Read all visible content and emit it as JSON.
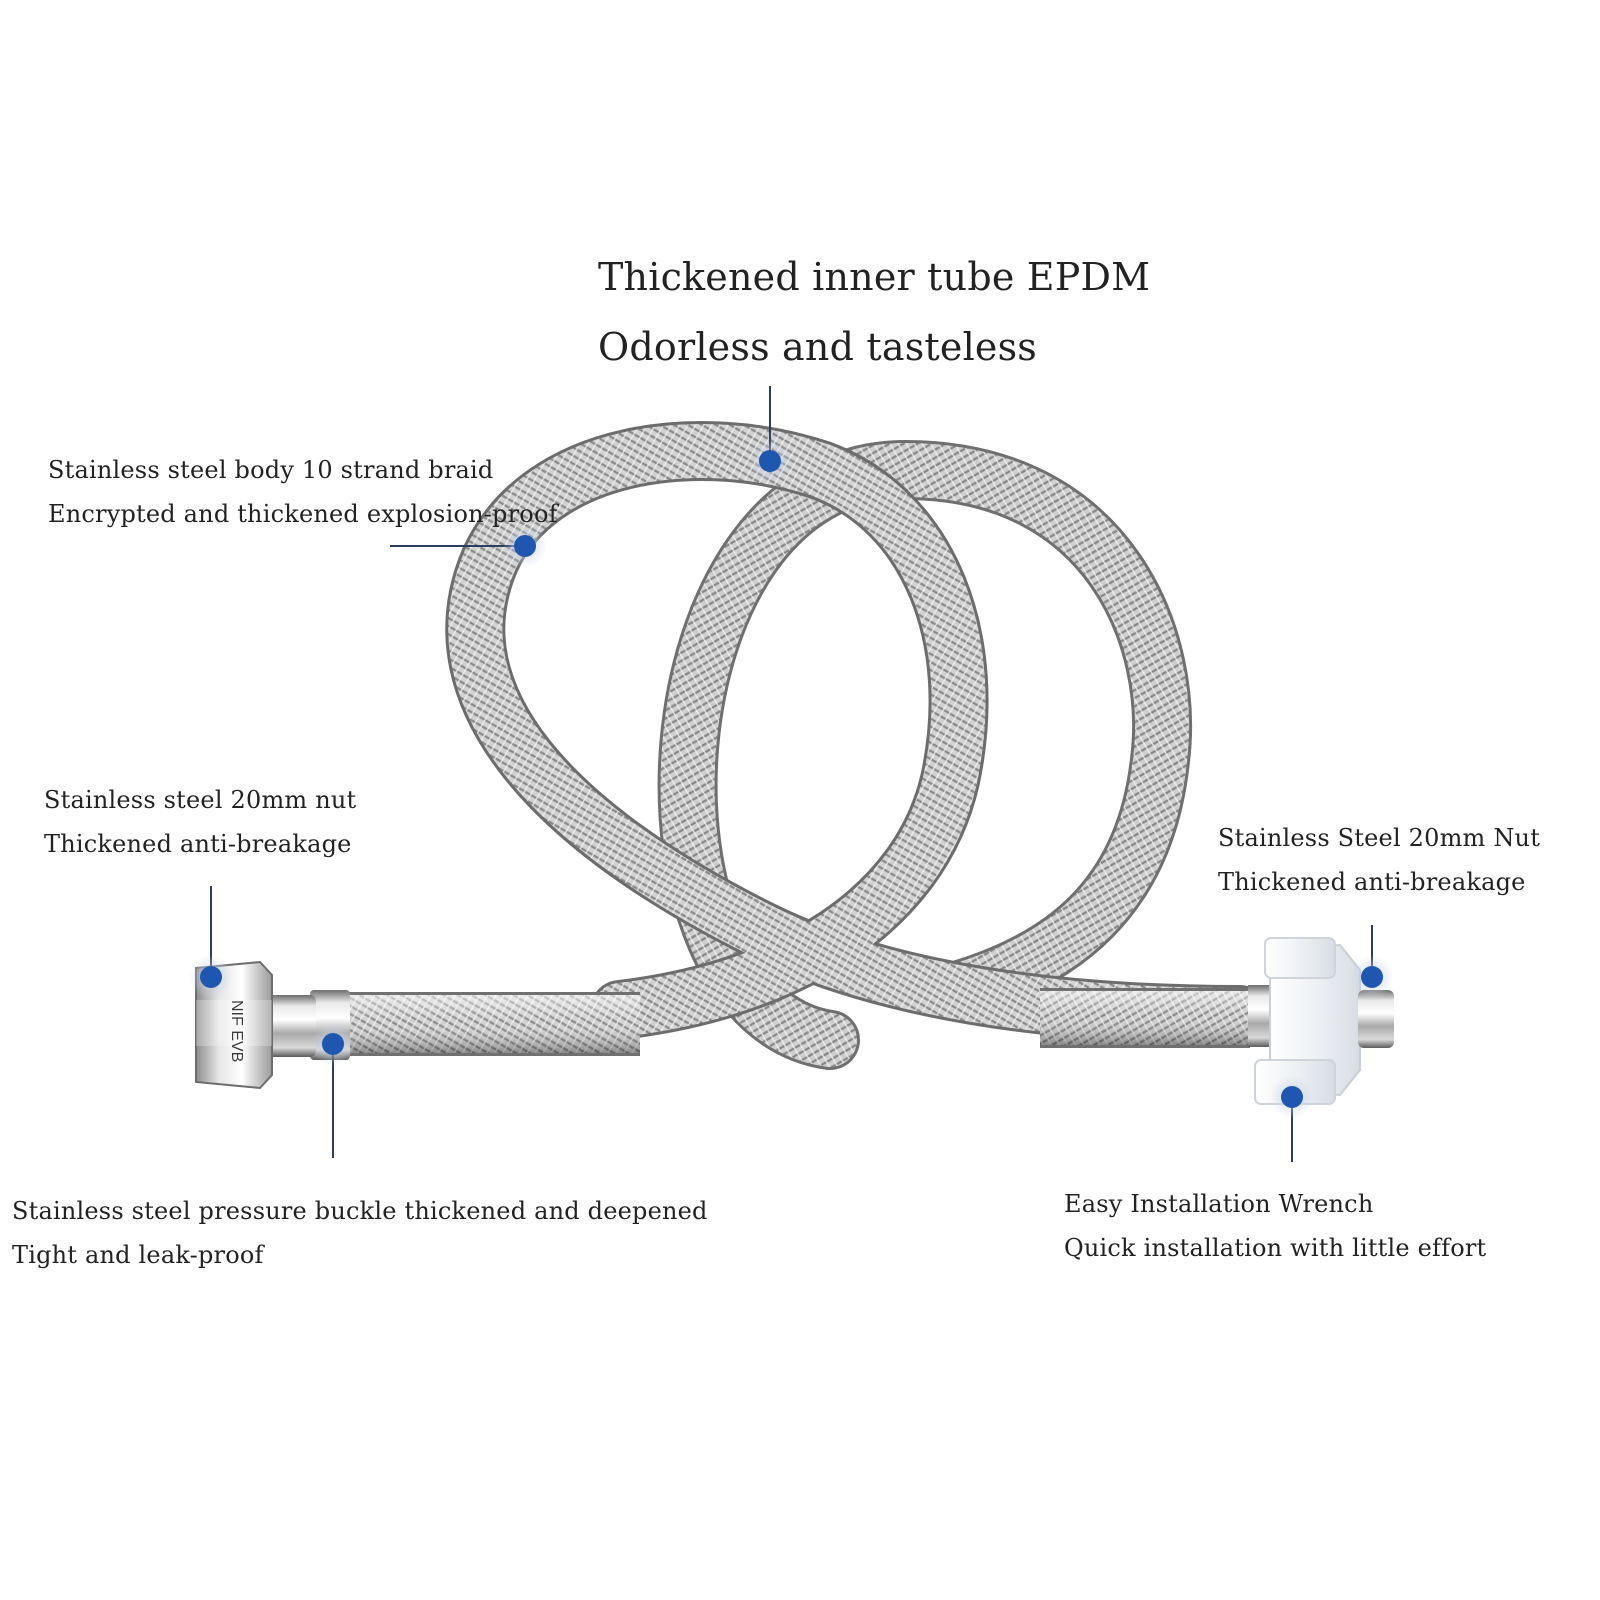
{
  "callouts": {
    "inner_tube": {
      "line1": "Thickened inner tube EPDM",
      "line2": "Odorless and tasteless"
    },
    "braid": {
      "line1": "Stainless steel body 10 strand braid",
      "line2": "Encrypted and thickened explosion-proof"
    },
    "left_nut": {
      "line1": "Stainless steel 20mm nut",
      "line2": "Thickened anti-breakage"
    },
    "right_nut": {
      "line1": "Stainless Steel 20mm Nut",
      "line2": "Thickened anti-breakage"
    },
    "buckle": {
      "line1": "Stainless steel pressure buckle thickened and deepened",
      "line2": "Tight and leak-proof"
    },
    "wrench": {
      "line1": "Easy Installation Wrench",
      "line2": "Quick installation with little effort"
    }
  },
  "nut_marking": "NIF EVB",
  "colors": {
    "marker": "#1f57b0",
    "marker_halo": "#c9d3e6",
    "leader_line": "#2a3f5e",
    "steel_light": "#f2f2f2",
    "steel_mid": "#b9b9b9",
    "steel_dark": "#6f6f6f",
    "wrench_plastic": "#f1f3f5"
  }
}
